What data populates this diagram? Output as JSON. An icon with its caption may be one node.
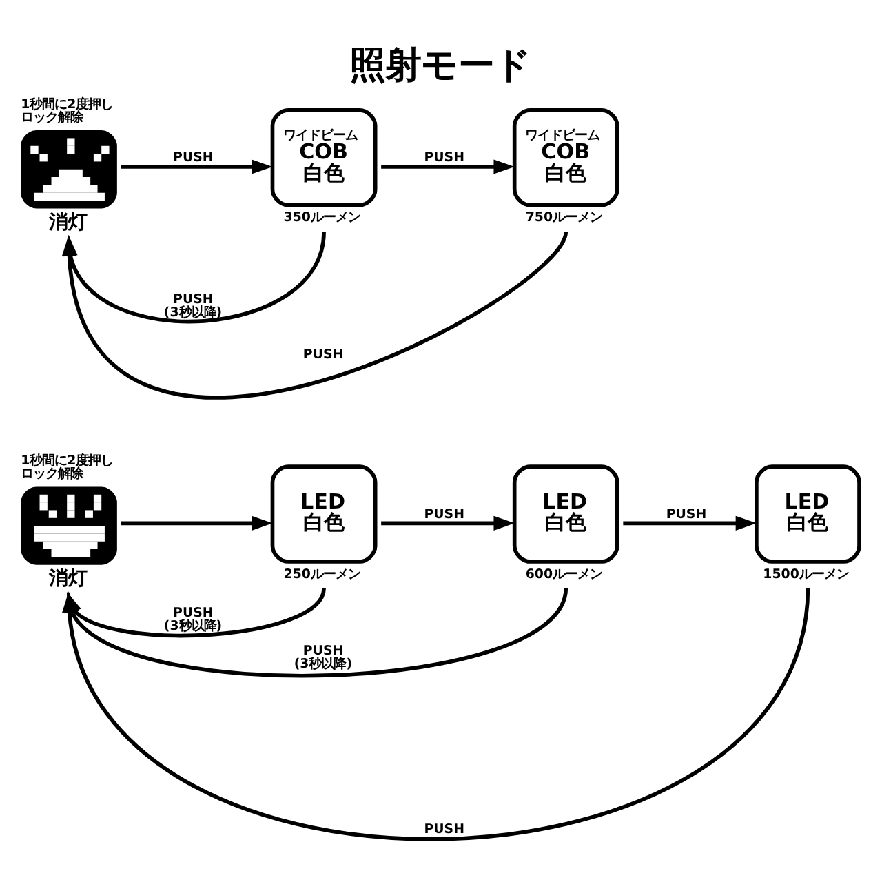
{
  "diagram": {
    "title": "照射モード",
    "nodes": [
      {
        "text": [
          "消灯"
        ],
        "beside": [
          "1秒間に2度押しロック解除"
        ]
      },
      {
        "text": [
          "LED 白色"
        ],
        "beside": [
          "250ルーメン"
        ]
      },
      {
        "text": [
          "LED 白色"
        ],
        "beside": [
          "600ルーメン"
        ]
      },
      {
        "text": [
          "LED 白色"
        ],
        "beside": [
          "1500ルーメン"
        ]
      },
      {
        "text": [
          "消灯"
        ],
        "beside": [
          "1秒間に2度押しロック解除"
        ]
      },
      {
        "text": [
          "ワイドビーム",
          "COB 白色"
        ],
        "beside": [
          "350ルーメン"
        ]
      },
      {
        "text": [
          "ワイドビーム",
          "COB 白色"
        ],
        "beside": [
          "750ルーメン"
        ]
      }
    ],
    "edges": [
      {
        "from": 0,
        "to": 1,
        "arrow": "to"
      },
      {
        "from": 1,
        "to": 2,
        "arrow": "to",
        "label": "PUSH"
      },
      {
        "from": 2,
        "to": 3,
        "arrow": "to",
        "label": "PUSH"
      },
      {
        "from": 1,
        "to": 0,
        "arrow": "to",
        "label": "PUSH (3秒以降)"
      },
      {
        "from": 2,
        "to": 0,
        "arrow": "to",
        "label": "PUSH (3秒以降)"
      },
      {
        "from": 3,
        "to": 0,
        "arrow": "to",
        "label": "PUSH"
      },
      {
        "from": 4,
        "to": 5,
        "arrow": "to",
        "label": "PUSH"
      },
      {
        "from": 5,
        "to": 6,
        "arrow": "to",
        "label": "PUSH"
      },
      {
        "from": 5,
        "to": 4,
        "arrow": "to",
        "label": "PUSH (3秒以降)"
      },
      {
        "from": 6,
        "to": 4,
        "arrow": "to",
        "label": "PUSH"
      }
    ]
  }
}
